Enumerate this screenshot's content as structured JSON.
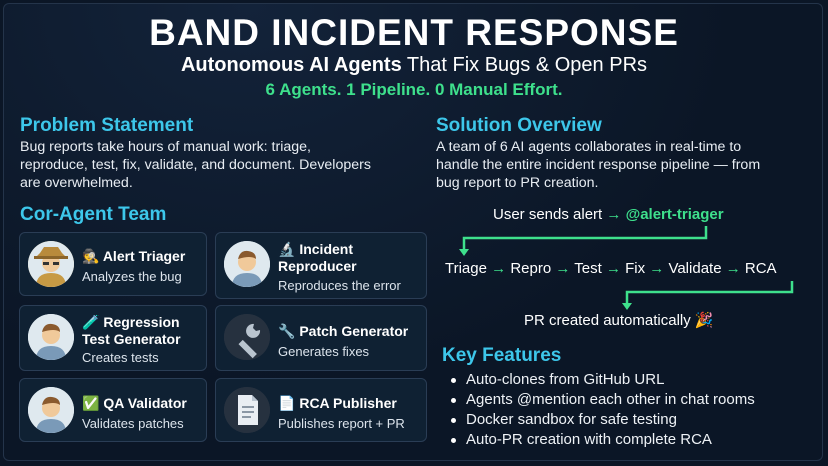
{
  "header": {
    "title": "BAND INCIDENT RESPONSE",
    "subtitle_bold": "Autonomous AI Agents",
    "subtitle_rest": " That Fix Bugs & Open PRs",
    "tagline": "6 Agents. 1 Pipeline. 0 Manual Effort."
  },
  "problem": {
    "heading": "Problem Statement",
    "lines": [
      "Bug reports take hours of manual work: triage,",
      "reproduce, test, fix, validate, and document. Developers",
      "are overwhelmed."
    ]
  },
  "team": {
    "heading": "Cor-Agent Team",
    "agents": [
      {
        "emoji": "🕵",
        "title": "Alert Triager",
        "desc": "Analyzes the bug"
      },
      {
        "emoji": "🔬",
        "title": "Incident Reproducer",
        "desc": "Reproduces the error"
      },
      {
        "emoji": "🧪",
        "title": "Regression Test Generator",
        "desc": "Creates tests"
      },
      {
        "emoji": "🔧",
        "title": "Patch Generator",
        "desc": "Generates fixes"
      },
      {
        "emoji": "✅",
        "title": "QA Validator",
        "desc": "Validates patches"
      },
      {
        "emoji": "📄",
        "title": "RCA Publisher",
        "desc": "Publishes report + PR"
      }
    ]
  },
  "solution": {
    "heading": "Solution Overview",
    "lines": [
      "A team of 6 AI agents collaborates in real-time to",
      "handle the entire incident response pipeline — from",
      "bug report to PR creation."
    ]
  },
  "pipeline": {
    "start_text": "User sends alert",
    "mention": "@alert-triager",
    "steps": [
      "Triage",
      "Repro",
      "Test",
      "Fix",
      "Validate",
      "RCA"
    ],
    "arrow": "→",
    "end_text": "PR created automatically 🎉"
  },
  "features": {
    "heading": "Key Features",
    "items": [
      "Auto-clones from GitHub URL",
      "Agents @mention each other in chat rooms",
      "Docker sandbox for safe testing",
      "Auto-PR creation with complete RCA"
    ]
  },
  "colors": {
    "background": "#0b1626",
    "heading_cyan": "#3dc7ea",
    "accent_green": "#3ee08c",
    "card_bg": "#0f2133",
    "card_border": "#2a3d55"
  },
  "icons": [
    "detective-avatar",
    "person-avatar",
    "wrench-icon",
    "document-icon"
  ]
}
